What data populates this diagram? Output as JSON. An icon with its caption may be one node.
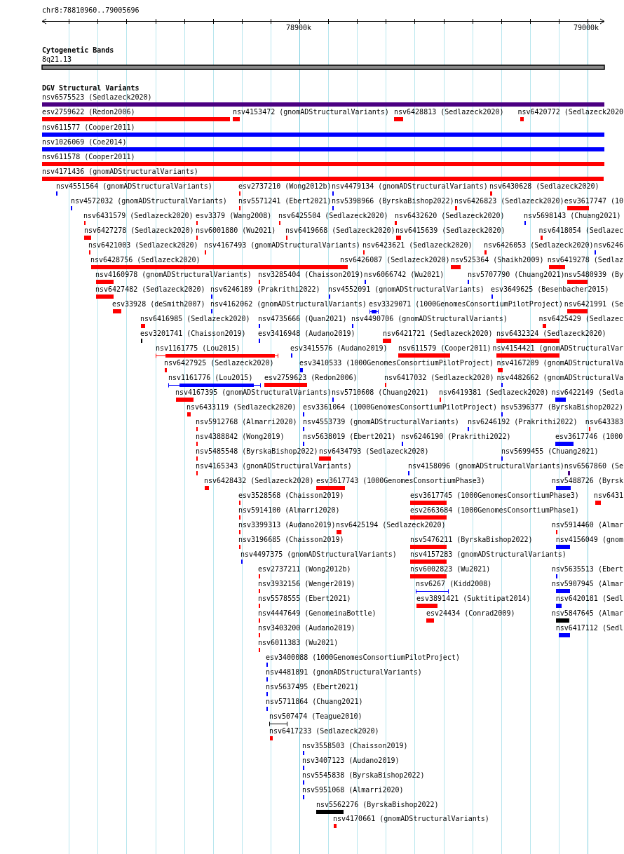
{
  "diagram": {
    "labels": [
      "chr8:78810960..79005696",
      "78900k",
      "79000k",
      "Cytogenetic Bands",
      "8q21.13",
      "DGV Structural Variants",
      "nsv6575523 (Sedlazeck2020)",
      "esv2759622 (Redon2006)",
      "nsv4153472 (gnomADStructuralVariants)",
      "nsv6428813 (Sedlazeck2020)",
      "nsv6420772 (Sedlazeck2020",
      "nsv611577 (Cooper2011)",
      "nsv1026069 (Coe2014)",
      "nsv611578 (Cooper2011)",
      "nsv4171436 (gnomADStructuralVariants)",
      "nsv4551564 (gnomADStructuralVariants)",
      "esv2737210 (Wong2012b)",
      "nsv4479134 (gnomADStructuralVariants)",
      "nsv6430628 (Sedlazeck2020)",
      "nsv4572032 (gnomADStructuralVariants)",
      "nsv5571241 (Ebert2021)",
      "nsv5398966 (ByrskaBishop2022)",
      "nsv6426823 (Sedlazeck2020)",
      "esv3617747 (10",
      "nsv6431579 (Sedlazeck2020)",
      "esv3379 (Wang2008)",
      "nsv6425504 (Sedlazeck2020)",
      "nsv6432620 (Sedlazeck2020)",
      "nsv5698143 (Chuang2021)",
      "nsv6427278 (Sedlazeck2020)",
      "nsv6001880 (Wu2021)",
      "nsv6419668 (Sedlazeck2020)",
      "nsv6415639 (Sedlazeck2020)",
      "nsv6418054 (Sedlazec",
      "nsv6421003 (Sedlazeck2020)",
      "nsv4167493 (gnomADStructuralVariants)",
      "nsv6423621 (Sedlazeck2020)",
      "nsv6426053 (Sedlazeck2020)",
      "nsv6246",
      "nsv6428756 (Sedlazeck2020)",
      "nsv6426087 (Sedlazeck2020)",
      "nsv525364 (Shaikh2009)",
      "nsv6419278 (Sedlaz",
      "nsv4160978 (gnomADStructuralVariants)",
      "nsv3285404 (Chaisson2019)",
      "nsv6066742 (Wu2021)",
      "nsv5707790 (Chuang2021)",
      "nsv5480939 (By",
      "nsv6427482 (Sedlazeck2020)",
      "nsv6246189 (Prakrithi2022)",
      "nsv4552091 (gnomADStructuralVariants)",
      "esv3649625 (Besenbacher2015)",
      "esv33928 (deSmith2007)",
      "nsv4162062 (gnomADStructuralVariants)",
      "esv3329071 (1000GenomesConsortiumPilotProject)",
      "nsv6421991 (Se",
      "nsv6416985 (Sedlazeck2020)",
      "nsv4735666 (Quan2021)",
      "nsv4490706 (gnomADStructuralVariants)",
      "nsv6425429 (Sedlazec",
      "esv3201741 (Chaisson2019)",
      "esv3416948 (Audano2019)",
      "nsv6421721 (Sedlazeck2020)",
      "nsv6432324 (Sedlazeck2020)",
      "nsv1161775 (Lou2015)",
      "esv3415576 (Audano2019)",
      "nsv611579 (Cooper2011)",
      "nsv4154421 (gnomADStructuralVar",
      "nsv6427925 (Sedlazeck2020)",
      "esv3410533 (1000GenomesConsortiumPilotProject)",
      "nsv4167209 (gnomADStructuralVa",
      "nsv1161776 (Lou2015)",
      "esv2759623 (Redon2006)",
      "nsv6417032 (Sedlazeck2020)",
      "nsv4482662 (gnomADStructuralVa",
      "nsv4167395 (gnomADStructuralVariants)",
      "nsv5710608 (Chuang2021)",
      "nsv6419381 (Sedlazeck2020)",
      "nsv6422149 (Sedla",
      "nsv6433119 (Sedlazeck2020)",
      "esv3361064 (1000GenomesConsortiumPilotProject)",
      "nsv5396377 (ByrskaBishop2022)",
      "nsv5912768 (Almarri2020)",
      "nsv4553739 (gnomADStructuralVariants)",
      "nsv6246192 (Prakrithi2022)",
      "nsv643383",
      "nsv4388842 (Wong2019)",
      "nsv5638019 (Ebert2021)",
      "nsv6246190 (Prakrithi2022)",
      "esv3617746 (1000",
      "nsv5485548 (ByrskaBishop2022)",
      "nsv6434793 (Sedlazeck2020)",
      "nsv5699455 (Chuang2021)",
      "nsv4165343 (gnomADStructuralVariants)",
      "nsv4158096 (gnomADStructuralVariants)",
      "nsv6567860 (Se",
      "nsv6428432 (Sedlazeck2020)",
      "esv3617743 (1000GenomesConsortiumPhase3)",
      "nsv5488726 (Byrsk",
      "esv3528568 (Chaisson2019)",
      "esv3617745 (1000GenomesConsortiumPhase3)",
      "nsv6431",
      "nsv5914100 (Almarri2020)",
      "esv2663684 (1000GenomesConsortiumPhase1)",
      "nsv3399313 (Audano2019)",
      "nsv6425194 (Sedlazeck2020)",
      "nsv5914460 (Almar",
      "nsv3196685 (Chaisson2019)",
      "nsv5476211 (ByrskaBishop2022)",
      "nsv4156049 (gnom",
      "nsv4497375 (gnomADStructuralVariants)",
      "nsv4157283 (gnomADStructuralVariants)",
      "esv2737211 (Wong2012b)",
      "nsv6002823 (Wu2021)",
      "nsv5635513 (Ebert",
      "nsv3932156 (Wenger2019)",
      "nsv6267 (Kidd2008)",
      "nsv5907945 (Almar",
      "nsv5578555 (Ebert2021)",
      "esv3891421 (Suktitipat2014)",
      "nsv6420181 (Sedl",
      "nsv4447649 (GenomeinaBottle)",
      "esv24434 (Conrad2009)",
      "nsv5847645 (Almar",
      "nsv3403200 (Audano2019)",
      "nsv6417112 (Sedl",
      "nsv6011383 (Wu2021)",
      "esv3400088 (1000GenomesConsortiumPilotProject)",
      "nsv4481891 (gnomADStructuralVariants)",
      "nsv5637495 (Ebert2021)",
      "nsv5711864 (Chuang2021)",
      "nsv507474 (Teague2010)",
      "nsv6417233 (Sedlazeck2020)",
      "nsv3558503 (Chaisson2019)",
      "nsv3407123 (Audano2019)",
      "nsv5545838 (ByrskaBishop2022)",
      "nsv5951068 (Almarri2020)",
      "nsv5562276 (ByrskaBishop2022)",
      "nsv4170661 (gnomADStructuralVariants)"
    ]
  }
}
